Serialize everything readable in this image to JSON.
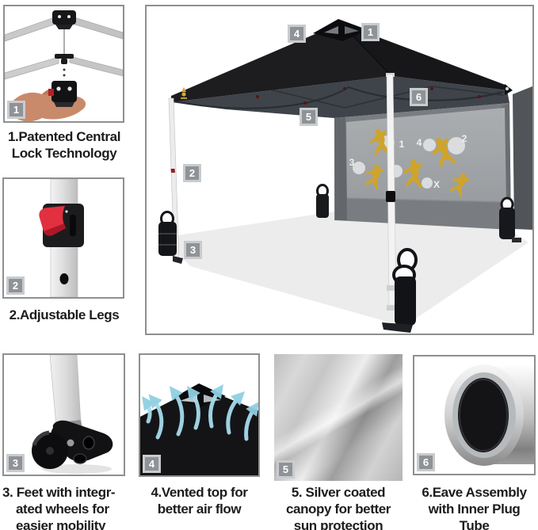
{
  "colors": {
    "canopy_black": "#1b1b1d",
    "sidewall_gray": "#797c80",
    "print_gold": "#cfa42c",
    "arrow_blue": "#a5dcec",
    "lever_red": "#e23040",
    "badge_bg": "#8f9397",
    "badge_border": "#c9ccce",
    "frame_border": "#8f8f8f",
    "text": "#1c1c1c"
  },
  "features": [
    {
      "badge": "1",
      "caption_lines": [
        "1.Patented Central",
        "Lock Technology"
      ]
    },
    {
      "badge": "2",
      "caption_lines": [
        "2.Adjustable Legs"
      ]
    },
    {
      "badge": "3",
      "caption_lines": [
        "3. Feet with integr-",
        "ated wheels for",
        "easier mobility"
      ]
    },
    {
      "badge": "4",
      "caption_lines": [
        "4.Vented top for",
        "better air flow"
      ]
    },
    {
      "badge": "5",
      "caption_lines": [
        "5. Silver coated",
        "canopy for better",
        "sun protection"
      ]
    },
    {
      "badge": "6",
      "caption_lines": [
        "6.Eave Assembly",
        "with Inner Plug",
        "Tube"
      ]
    }
  ],
  "main_figure": {
    "sidewall_markers": [
      "1",
      "2",
      "3",
      "4",
      "X"
    ]
  }
}
